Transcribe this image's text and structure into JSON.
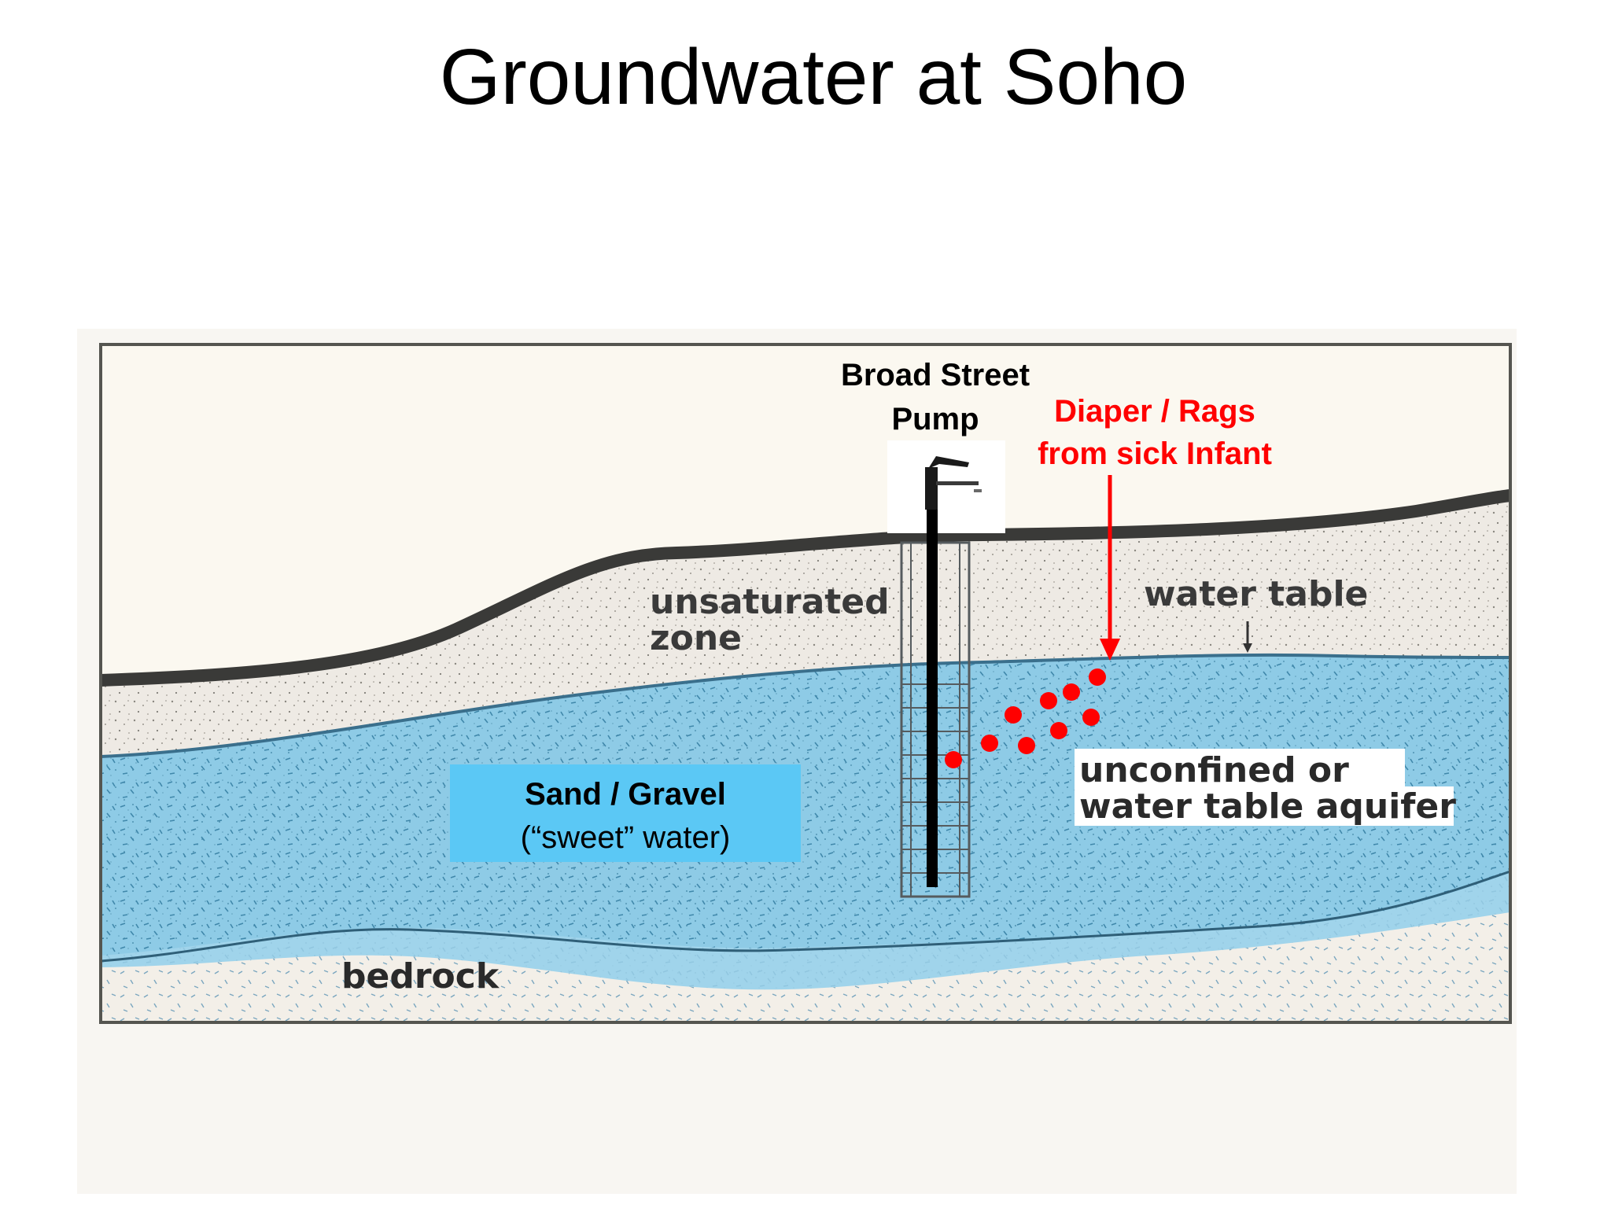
{
  "slide": {
    "title": "Groundwater at Soho"
  },
  "diagram": {
    "pump_label_line1": "Broad Street",
    "pump_label_line2": "Pump",
    "contamination_label_line1": "Diaper / Rags",
    "contamination_label_line2": "from sick Infant",
    "unsaturated_zone_line1": "unsaturated",
    "unsaturated_zone_line2": "zone",
    "water_table_label": "water table",
    "aquifer_label_line1": "unconfined or",
    "aquifer_label_line2": "water table aquifer",
    "sand_box_title": "Sand / Gravel",
    "sand_box_subtitle": "(“sweet” water)",
    "bedrock_label": "bedrock",
    "colors": {
      "contamination": "#ff0000",
      "aquifer": "#8ecbe6",
      "unsaturated": "#eeeae4",
      "sky": "#fbf8f0",
      "sand_box": "#5bc8f5",
      "bedrock": "#f3efe8"
    }
  }
}
